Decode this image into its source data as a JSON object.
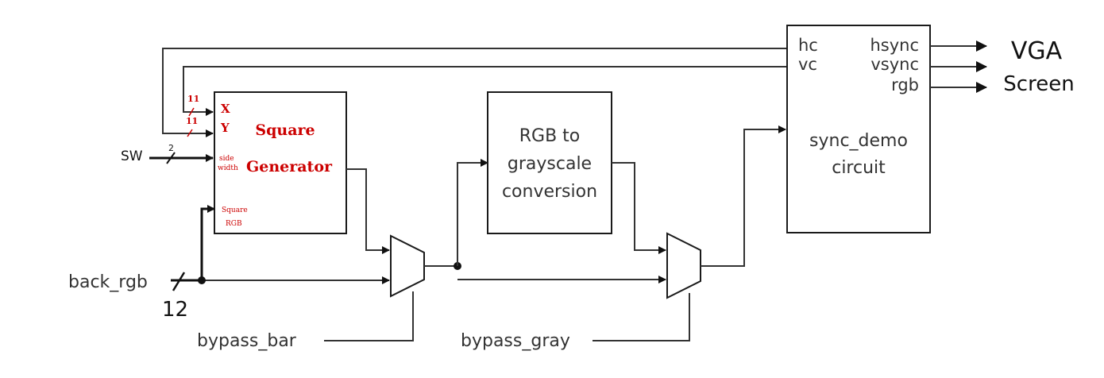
{
  "sync_demo": {
    "inputs": [
      "hc",
      "vc"
    ],
    "outputs": [
      "hsync",
      "vsync",
      "rgb"
    ],
    "title_line1": "sync_demo",
    "title_line2": "circuit"
  },
  "square_generator": {
    "title_line1": "Square",
    "title_line2": "Generator",
    "port_x": "X",
    "port_y": "Y",
    "port_side_line1": "side",
    "port_side_line2": "width",
    "port_rgb_line1": "Square",
    "port_rgb_line2": "RGB",
    "bus_x": "11",
    "bus_y": "11"
  },
  "rgb_gray": {
    "line1": "RGB to",
    "line2": "grayscale",
    "line3": "conversion"
  },
  "signals": {
    "sw": "SW",
    "sw_width": "2",
    "back_rgb": "back_rgb",
    "back_rgb_width": "12",
    "bypass_bar": "bypass_bar",
    "bypass_gray": "bypass_gray"
  },
  "output_target": {
    "line1": "VGA",
    "line2": "Screen"
  }
}
